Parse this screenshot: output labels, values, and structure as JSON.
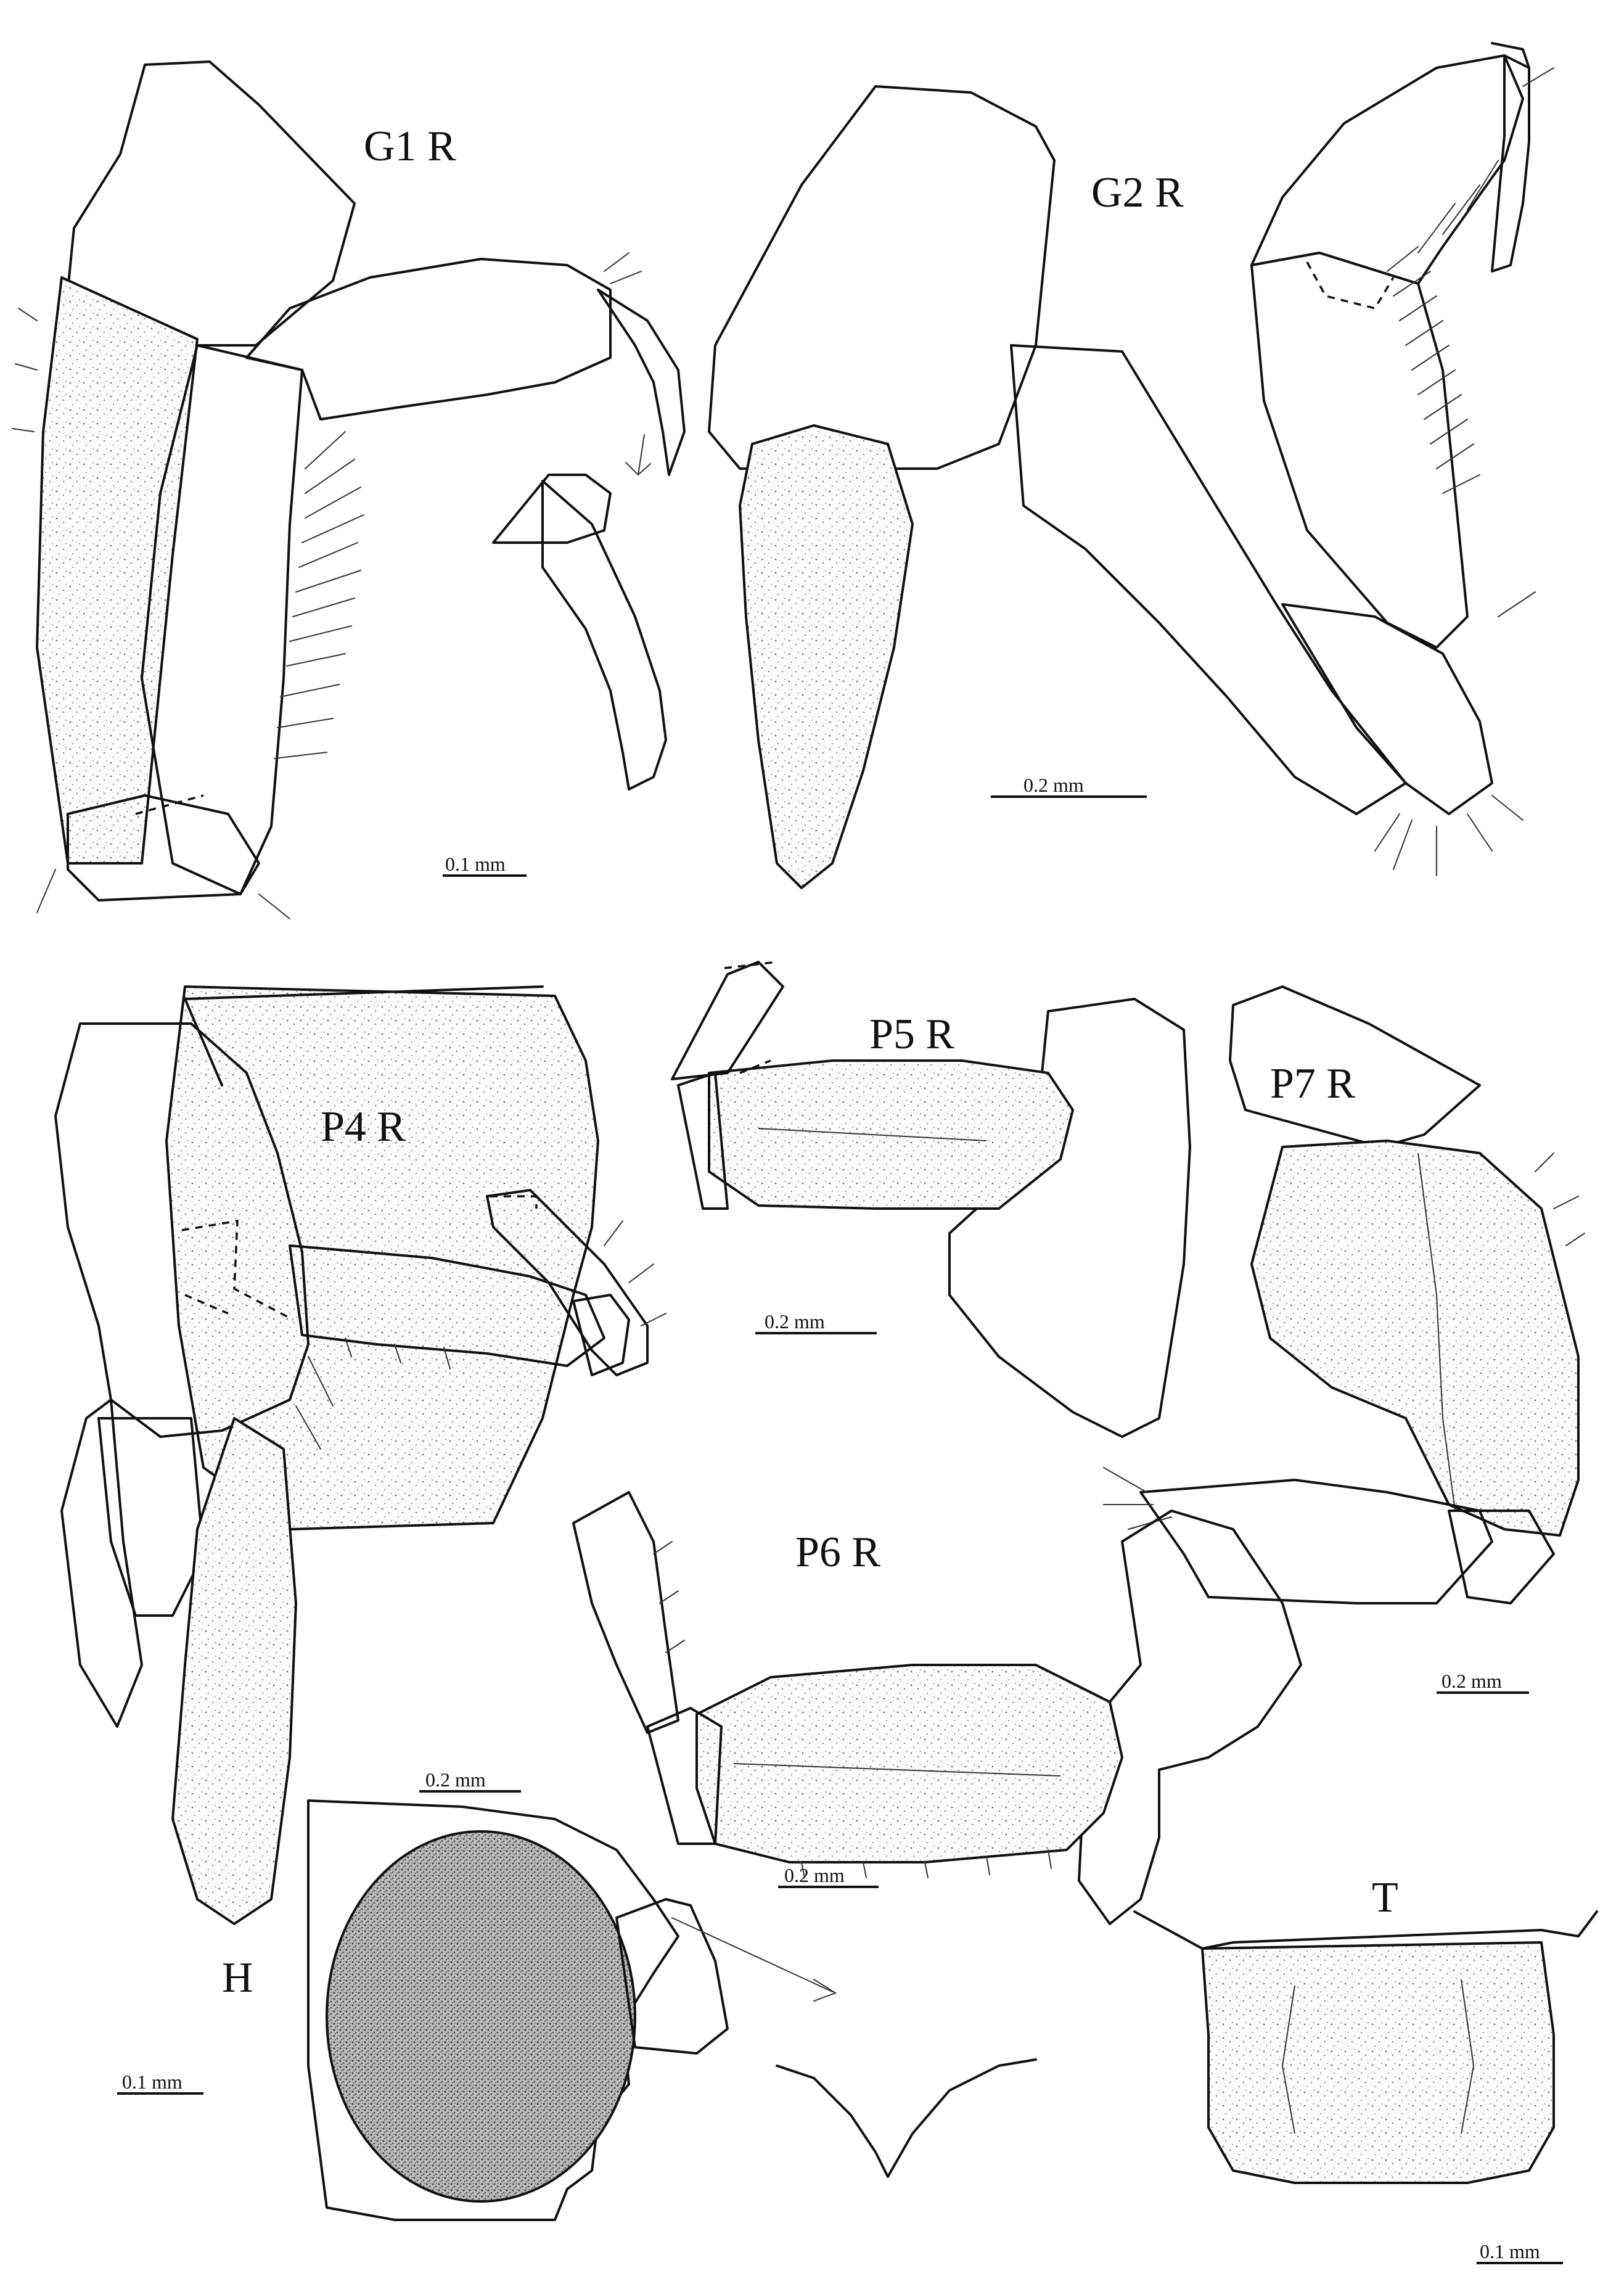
{
  "figures": [
    {
      "id": "g1",
      "label": "G1 R",
      "scale": "0.1 mm"
    },
    {
      "id": "g2",
      "label": "G2 R",
      "scale": "0.2 mm"
    },
    {
      "id": "p4",
      "label": "P4 R",
      "scale": "0.2 mm"
    },
    {
      "id": "p5",
      "label": "P5 R",
      "scale": "0.2 mm"
    },
    {
      "id": "p6",
      "label": "P6 R",
      "scale": "0.2 mm"
    },
    {
      "id": "p7",
      "label": "P7 R",
      "scale": "0.2 mm"
    },
    {
      "id": "h",
      "label": "H",
      "scale": "0.1 mm"
    },
    {
      "id": "t",
      "label": "T",
      "scale": "0.1 mm"
    }
  ]
}
